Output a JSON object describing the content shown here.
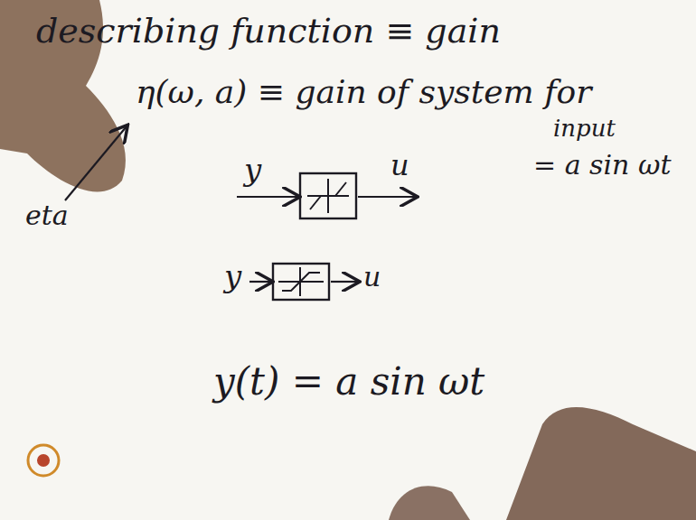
{
  "diagram": {
    "labels": [
      "describing function ≡ gain",
      "η(ω, a) ≡ gain of system for",
      "input",
      "= a sin ωt",
      "eta",
      "y",
      "u",
      "y",
      "u",
      "y(t) = a sin ωt"
    ]
  }
}
